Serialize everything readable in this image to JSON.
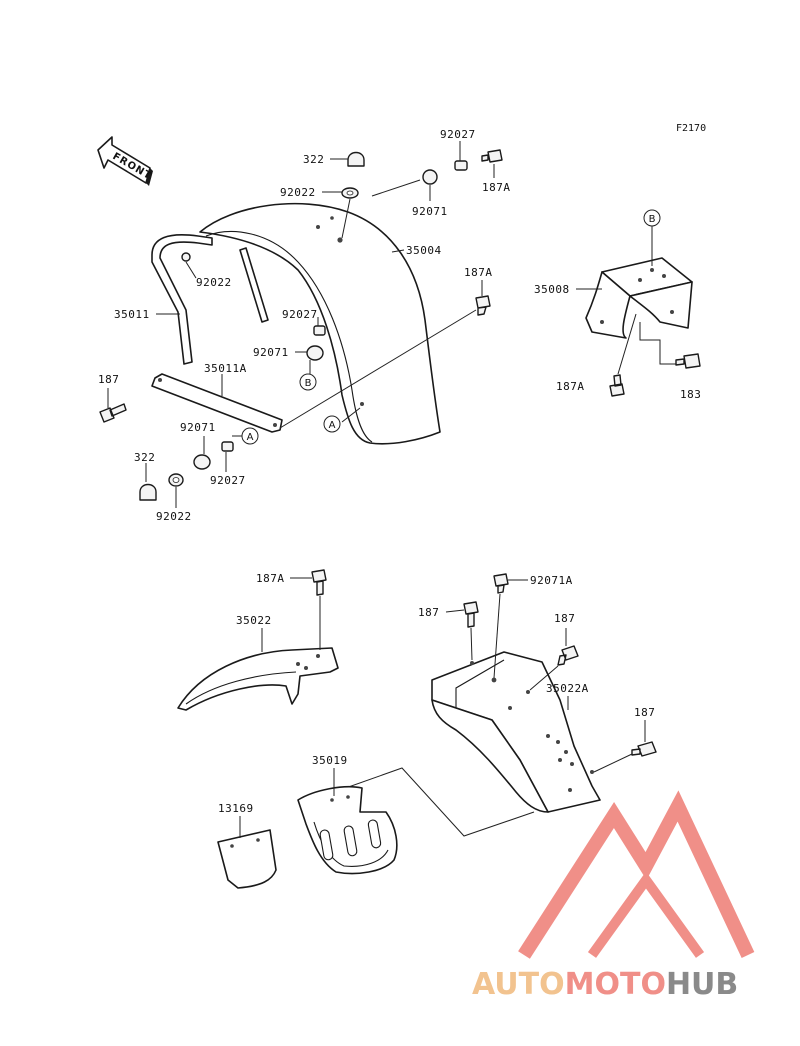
{
  "figure_code": "F2170",
  "front_label": "FRONT",
  "labels": {
    "l322_top": "322",
    "l92022_top": "92022",
    "l92027_top": "92027",
    "l187A_top": "187A",
    "l92071_top": "92071",
    "l35004": "35004",
    "l187A_mid": "187A",
    "l92022_stay": "92022",
    "l35011": "35011",
    "l92027_mid": "92027",
    "l92071_mid": "92071",
    "l187_left": "187",
    "l35011A": "35011A",
    "l92071_low": "92071",
    "l322_low": "322",
    "l92027_low": "92027",
    "l92022_low": "92022",
    "l35008": "35008",
    "l187A_bracket": "187A",
    "l183": "183",
    "l187A_front": "187A",
    "l35022": "35022",
    "l92071A": "92071A",
    "l187_a": "187",
    "l187_b": "187",
    "l35022A": "35022A",
    "l187_c": "187",
    "l35019": "35019",
    "l13169": "13169"
  },
  "markers": {
    "a1": "A",
    "a2": "A",
    "b1": "B",
    "b2": "B"
  },
  "watermark": {
    "part1": "AUTO",
    "part2": "MOTO",
    "part3": "HUB",
    "colors": {
      "orange": "#f2c38f",
      "red": "#f08f88",
      "gray": "#8a8a8a"
    }
  }
}
